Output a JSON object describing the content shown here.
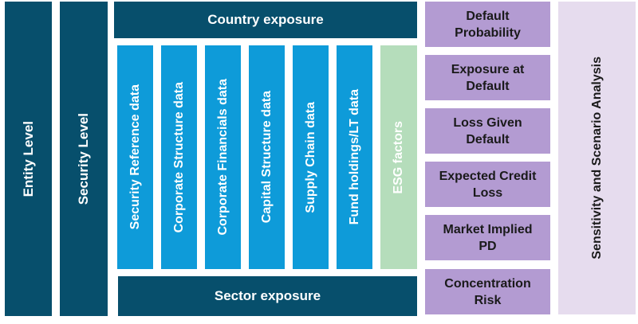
{
  "diagram": {
    "left_columns": [
      {
        "label": "Entity Level"
      },
      {
        "label": "Security Level"
      }
    ],
    "top_bar": {
      "label": "Country exposure"
    },
    "bottom_bar": {
      "label": "Sector exposure"
    },
    "data_columns": [
      {
        "label": "Security Reference data"
      },
      {
        "label": "Corporate Structure data"
      },
      {
        "label": "Corporate Financials data"
      },
      {
        "label": "Capital Structure data"
      },
      {
        "label": "Supply Chain data"
      },
      {
        "label": "Fund holdings/LT data"
      },
      {
        "label": "ESG factors"
      }
    ],
    "risk_metrics": [
      {
        "line1": "Default",
        "line2": "Probability"
      },
      {
        "line1": "Exposure at",
        "line2": "Default"
      },
      {
        "line1": "Loss Given",
        "line2": "Default"
      },
      {
        "line1": "Expected Credit",
        "line2": "Loss"
      },
      {
        "line1": "Market Implied",
        "line2": "PD"
      },
      {
        "line1": "Concentration",
        "line2": "Risk"
      }
    ],
    "right_panel": {
      "label": "Sensitivity and Scenario Analysis"
    },
    "colors": {
      "dark_teal": "#074f6c",
      "blue": "#0e9bd9",
      "green": "#b5ddbb",
      "purple": "#b39bd2",
      "lavender": "#e6dcee"
    }
  }
}
